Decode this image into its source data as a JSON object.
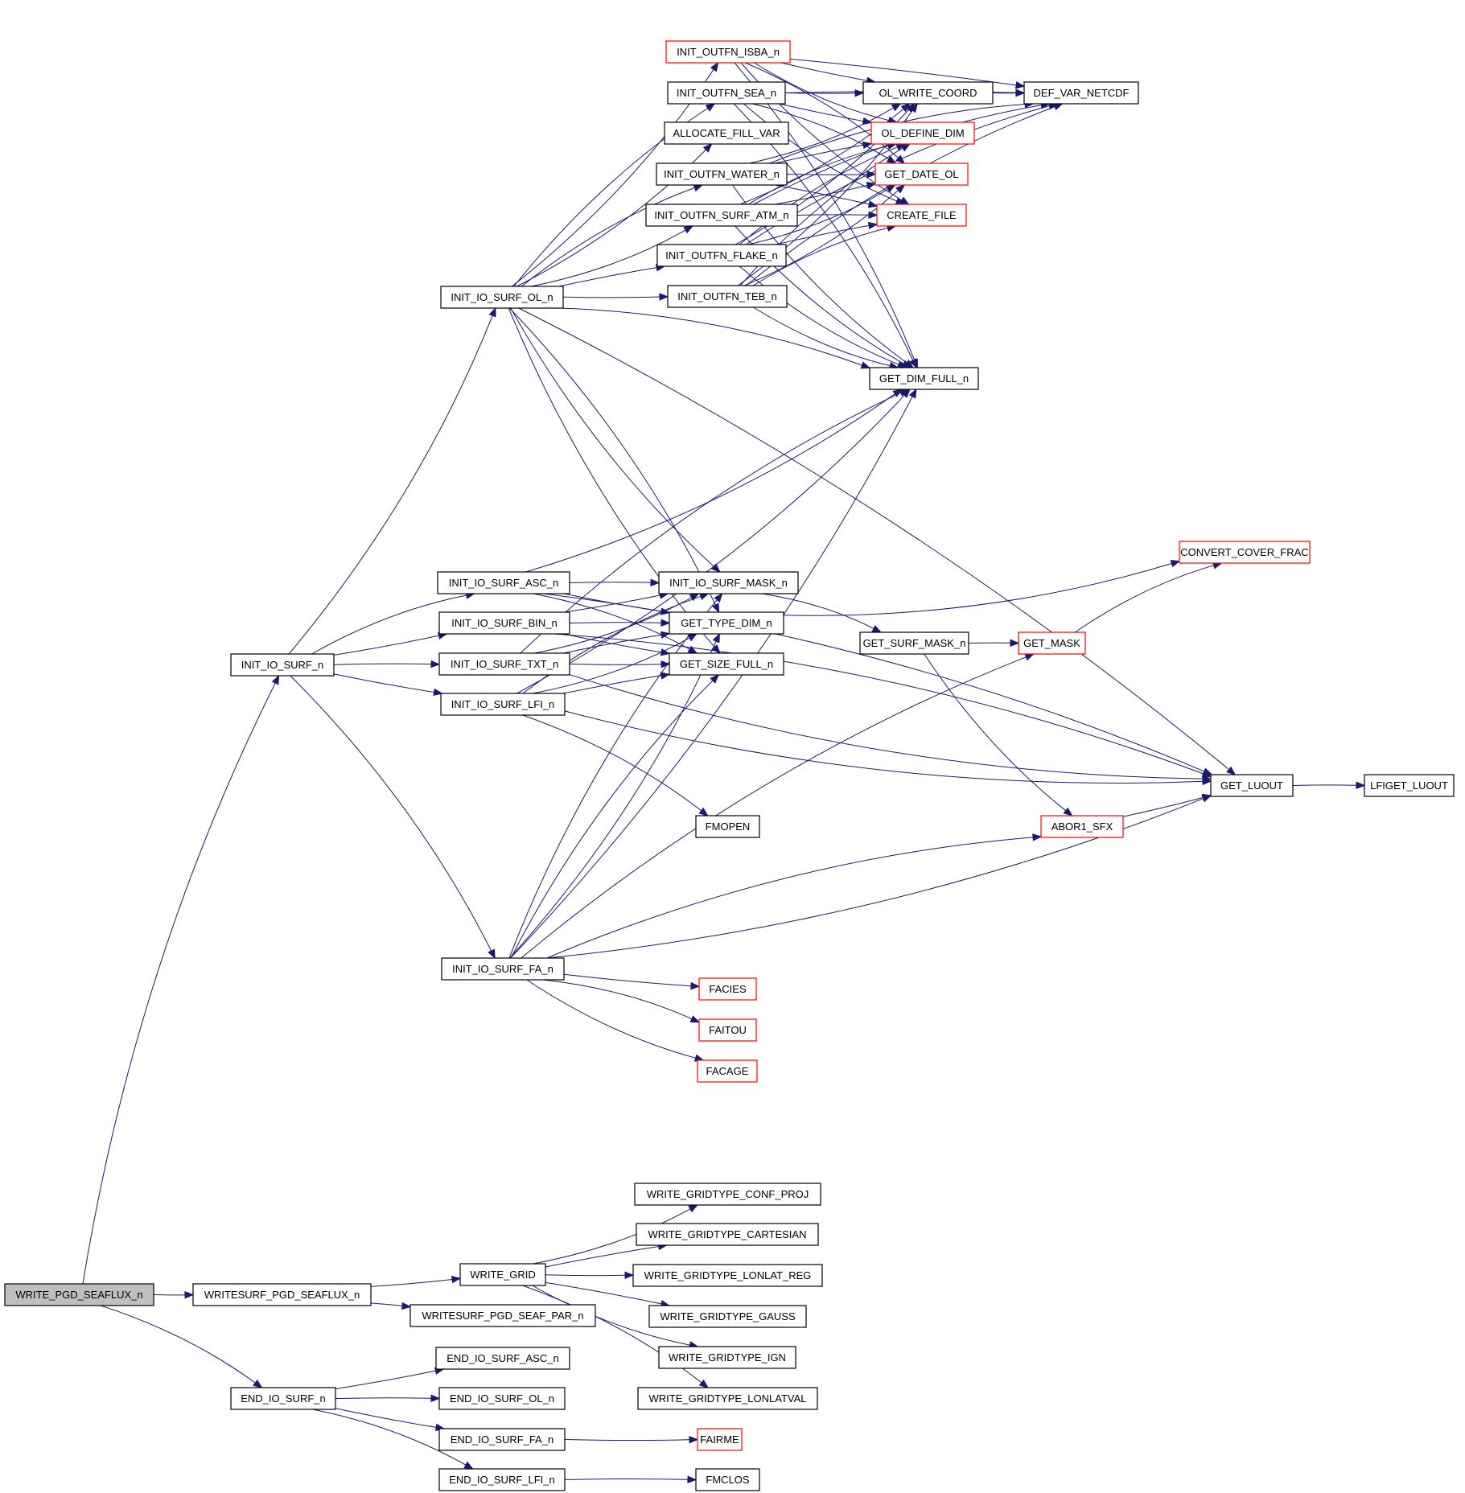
{
  "title": "Call graph for WRITE_PGD_SEAFLUX_n",
  "colors": {
    "edge": "#191970",
    "node_border": "#000000",
    "node_border_external": "#ff0000",
    "root_fill": "#bfbfbf",
    "node_fill": "#ffffff"
  },
  "nodes": [
    {
      "id": "WRITE_PGD_SEAFLUX_n",
      "label": "WRITE_PGD_SEAFLUX_n",
      "kind": "root"
    },
    {
      "id": "WRITESURF_PGD_SEAFLUX_n",
      "label": "WRITESURF_PGD_SEAFLUX_n",
      "kind": "normal"
    },
    {
      "id": "INIT_IO_SURF_n",
      "label": "INIT_IO_SURF_n",
      "kind": "normal"
    },
    {
      "id": "END_IO_SURF_n",
      "label": "END_IO_SURF_n",
      "kind": "normal"
    },
    {
      "id": "INIT_IO_SURF_OL_n",
      "label": "INIT_IO_SURF_OL_n",
      "kind": "normal"
    },
    {
      "id": "INIT_IO_SURF_ASC_n",
      "label": "INIT_IO_SURF_ASC_n",
      "kind": "normal"
    },
    {
      "id": "INIT_IO_SURF_BIN_n",
      "label": "INIT_IO_SURF_BIN_n",
      "kind": "normal"
    },
    {
      "id": "INIT_IO_SURF_TXT_n",
      "label": "INIT_IO_SURF_TXT_n",
      "kind": "normal"
    },
    {
      "id": "INIT_IO_SURF_LFI_n",
      "label": "INIT_IO_SURF_LFI_n",
      "kind": "normal"
    },
    {
      "id": "INIT_IO_SURF_FA_n",
      "label": "INIT_IO_SURF_FA_n",
      "kind": "normal"
    },
    {
      "id": "WRITE_GRID",
      "label": "WRITE_GRID",
      "kind": "normal"
    },
    {
      "id": "WRITESURF_PGD_SEAF_PAR_n",
      "label": "WRITESURF_PGD_SEAF_PAR_n",
      "kind": "normal"
    },
    {
      "id": "END_IO_SURF_ASC_n",
      "label": "END_IO_SURF_ASC_n",
      "kind": "normal"
    },
    {
      "id": "END_IO_SURF_OL_n",
      "label": "END_IO_SURF_OL_n",
      "kind": "normal"
    },
    {
      "id": "END_IO_SURF_FA_n",
      "label": "END_IO_SURF_FA_n",
      "kind": "normal"
    },
    {
      "id": "END_IO_SURF_LFI_n",
      "label": "END_IO_SURF_LFI_n",
      "kind": "normal"
    },
    {
      "id": "INIT_OUTFN_ISBA_n",
      "label": "INIT_OUTFN_ISBA_n",
      "kind": "external"
    },
    {
      "id": "INIT_OUTFN_SEA_n",
      "label": "INIT_OUTFN_SEA_n",
      "kind": "normal"
    },
    {
      "id": "ALLOCATE_FILL_VAR",
      "label": "ALLOCATE_FILL_VAR",
      "kind": "normal"
    },
    {
      "id": "INIT_OUTFN_WATER_n",
      "label": "INIT_OUTFN_WATER_n",
      "kind": "normal"
    },
    {
      "id": "INIT_OUTFN_SURF_ATM_n",
      "label": "INIT_OUTFN_SURF_ATM_n",
      "kind": "normal"
    },
    {
      "id": "INIT_OUTFN_FLAKE_n",
      "label": "INIT_OUTFN_FLAKE_n",
      "kind": "normal"
    },
    {
      "id": "INIT_OUTFN_TEB_n",
      "label": "INIT_OUTFN_TEB_n",
      "kind": "normal"
    },
    {
      "id": "INIT_IO_SURF_MASK_n",
      "label": "INIT_IO_SURF_MASK_n",
      "kind": "normal"
    },
    {
      "id": "GET_TYPE_DIM_n",
      "label": "GET_TYPE_DIM_n",
      "kind": "normal"
    },
    {
      "id": "GET_SIZE_FULL_n",
      "label": "GET_SIZE_FULL_n",
      "kind": "normal"
    },
    {
      "id": "FMOPEN",
      "label": "FMOPEN",
      "kind": "normal"
    },
    {
      "id": "FACIES",
      "label": "FACIES",
      "kind": "external"
    },
    {
      "id": "FAITOU",
      "label": "FAITOU",
      "kind": "external"
    },
    {
      "id": "FACAGE",
      "label": "FACAGE",
      "kind": "external"
    },
    {
      "id": "WRITE_GRIDTYPE_CONF_PROJ",
      "label": "WRITE_GRIDTYPE_CONF_PROJ",
      "kind": "normal"
    },
    {
      "id": "WRITE_GRIDTYPE_CARTESIAN",
      "label": "WRITE_GRIDTYPE_CARTESIAN",
      "kind": "normal"
    },
    {
      "id": "WRITE_GRIDTYPE_LONLAT_REG",
      "label": "WRITE_GRIDTYPE_LONLAT_REG",
      "kind": "normal"
    },
    {
      "id": "WRITE_GRIDTYPE_GAUSS",
      "label": "WRITE_GRIDTYPE_GAUSS",
      "kind": "normal"
    },
    {
      "id": "WRITE_GRIDTYPE_IGN",
      "label": "WRITE_GRIDTYPE_IGN",
      "kind": "normal"
    },
    {
      "id": "WRITE_GRIDTYPE_LONLATVAL",
      "label": "WRITE_GRIDTYPE_LONLATVAL",
      "kind": "normal"
    },
    {
      "id": "FAIRME",
      "label": "FAIRME",
      "kind": "external"
    },
    {
      "id": "FMCLOS",
      "label": "FMCLOS",
      "kind": "normal"
    },
    {
      "id": "OL_WRITE_COORD",
      "label": "OL_WRITE_COORD",
      "kind": "normal"
    },
    {
      "id": "OL_DEFINE_DIM",
      "label": "OL_DEFINE_DIM",
      "kind": "external"
    },
    {
      "id": "GET_DATE_OL",
      "label": "GET_DATE_OL",
      "kind": "external"
    },
    {
      "id": "CREATE_FILE",
      "label": "CREATE_FILE",
      "kind": "external"
    },
    {
      "id": "GET_DIM_FULL_n",
      "label": "GET_DIM_FULL_n",
      "kind": "normal"
    },
    {
      "id": "GET_SURF_MASK_n",
      "label": "GET_SURF_MASK_n",
      "kind": "normal"
    },
    {
      "id": "DEF_VAR_NETCDF",
      "label": "DEF_VAR_NETCDF",
      "kind": "normal"
    },
    {
      "id": "GET_MASK",
      "label": "GET_MASK",
      "kind": "external"
    },
    {
      "id": "CONVERT_COVER_FRAC",
      "label": "CONVERT_COVER_FRAC",
      "kind": "external"
    },
    {
      "id": "ABOR1_SFX",
      "label": "ABOR1_SFX",
      "kind": "external"
    },
    {
      "id": "GET_LUOUT",
      "label": "GET_LUOUT",
      "kind": "normal"
    },
    {
      "id": "LFIGET_LUOUT",
      "label": "LFIGET_LUOUT",
      "kind": "normal"
    }
  ],
  "edges": [
    [
      "WRITE_PGD_SEAFLUX_n",
      "INIT_IO_SURF_n"
    ],
    [
      "WRITE_PGD_SEAFLUX_n",
      "WRITESURF_PGD_SEAFLUX_n"
    ],
    [
      "WRITE_PGD_SEAFLUX_n",
      "END_IO_SURF_n"
    ],
    [
      "WRITESURF_PGD_SEAFLUX_n",
      "WRITE_GRID"
    ],
    [
      "WRITESURF_PGD_SEAFLUX_n",
      "WRITESURF_PGD_SEAF_PAR_n"
    ],
    [
      "WRITE_GRID",
      "WRITE_GRIDTYPE_CONF_PROJ"
    ],
    [
      "WRITE_GRID",
      "WRITE_GRIDTYPE_CARTESIAN"
    ],
    [
      "WRITE_GRID",
      "WRITE_GRIDTYPE_LONLAT_REG"
    ],
    [
      "WRITE_GRID",
      "WRITE_GRIDTYPE_GAUSS"
    ],
    [
      "WRITE_GRID",
      "WRITE_GRIDTYPE_IGN"
    ],
    [
      "WRITE_GRID",
      "WRITE_GRIDTYPE_LONLATVAL"
    ],
    [
      "END_IO_SURF_n",
      "END_IO_SURF_ASC_n"
    ],
    [
      "END_IO_SURF_n",
      "END_IO_SURF_OL_n"
    ],
    [
      "END_IO_SURF_n",
      "END_IO_SURF_FA_n"
    ],
    [
      "END_IO_SURF_n",
      "END_IO_SURF_LFI_n"
    ],
    [
      "END_IO_SURF_FA_n",
      "FAIRME"
    ],
    [
      "END_IO_SURF_LFI_n",
      "FMCLOS"
    ],
    [
      "INIT_IO_SURF_n",
      "INIT_IO_SURF_OL_n"
    ],
    [
      "INIT_IO_SURF_n",
      "INIT_IO_SURF_ASC_n"
    ],
    [
      "INIT_IO_SURF_n",
      "INIT_IO_SURF_BIN_n"
    ],
    [
      "INIT_IO_SURF_n",
      "INIT_IO_SURF_TXT_n"
    ],
    [
      "INIT_IO_SURF_n",
      "INIT_IO_SURF_LFI_n"
    ],
    [
      "INIT_IO_SURF_n",
      "INIT_IO_SURF_FA_n"
    ],
    [
      "INIT_IO_SURF_OL_n",
      "INIT_OUTFN_ISBA_n"
    ],
    [
      "INIT_IO_SURF_OL_n",
      "INIT_OUTFN_SEA_n"
    ],
    [
      "INIT_IO_SURF_OL_n",
      "ALLOCATE_FILL_VAR"
    ],
    [
      "INIT_IO_SURF_OL_n",
      "INIT_OUTFN_WATER_n"
    ],
    [
      "INIT_IO_SURF_OL_n",
      "INIT_OUTFN_SURF_ATM_n"
    ],
    [
      "INIT_IO_SURF_OL_n",
      "INIT_OUTFN_FLAKE_n"
    ],
    [
      "INIT_IO_SURF_OL_n",
      "INIT_OUTFN_TEB_n"
    ],
    [
      "INIT_IO_SURF_OL_n",
      "GET_DIM_FULL_n"
    ],
    [
      "INIT_IO_SURF_OL_n",
      "INIT_IO_SURF_MASK_n"
    ],
    [
      "INIT_IO_SURF_OL_n",
      "GET_TYPE_DIM_n"
    ],
    [
      "INIT_IO_SURF_OL_n",
      "GET_SIZE_FULL_n"
    ],
    [
      "INIT_IO_SURF_OL_n",
      "GET_LUOUT"
    ],
    [
      "INIT_OUTFN_ISBA_n",
      "OL_WRITE_COORD"
    ],
    [
      "INIT_OUTFN_ISBA_n",
      "DEF_VAR_NETCDF"
    ],
    [
      "INIT_OUTFN_ISBA_n",
      "OL_DEFINE_DIM"
    ],
    [
      "INIT_OUTFN_ISBA_n",
      "GET_DATE_OL"
    ],
    [
      "INIT_OUTFN_ISBA_n",
      "CREATE_FILE"
    ],
    [
      "INIT_OUTFN_ISBA_n",
      "GET_DIM_FULL_n"
    ],
    [
      "INIT_OUTFN_SEA_n",
      "OL_WRITE_COORD"
    ],
    [
      "INIT_OUTFN_SEA_n",
      "DEF_VAR_NETCDF"
    ],
    [
      "INIT_OUTFN_SEA_n",
      "OL_DEFINE_DIM"
    ],
    [
      "INIT_OUTFN_SEA_n",
      "GET_DATE_OL"
    ],
    [
      "INIT_OUTFN_SEA_n",
      "CREATE_FILE"
    ],
    [
      "INIT_OUTFN_SEA_n",
      "GET_DIM_FULL_n"
    ],
    [
      "INIT_OUTFN_WATER_n",
      "OL_WRITE_COORD"
    ],
    [
      "INIT_OUTFN_WATER_n",
      "OL_DEFINE_DIM"
    ],
    [
      "INIT_OUTFN_WATER_n",
      "GET_DATE_OL"
    ],
    [
      "INIT_OUTFN_WATER_n",
      "CREATE_FILE"
    ],
    [
      "INIT_OUTFN_WATER_n",
      "GET_DIM_FULL_n"
    ],
    [
      "INIT_OUTFN_WATER_n",
      "DEF_VAR_NETCDF"
    ],
    [
      "INIT_OUTFN_SURF_ATM_n",
      "OL_WRITE_COORD"
    ],
    [
      "INIT_OUTFN_SURF_ATM_n",
      "OL_DEFINE_DIM"
    ],
    [
      "INIT_OUTFN_SURF_ATM_n",
      "GET_DATE_OL"
    ],
    [
      "INIT_OUTFN_SURF_ATM_n",
      "CREATE_FILE"
    ],
    [
      "INIT_OUTFN_SURF_ATM_n",
      "GET_DIM_FULL_n"
    ],
    [
      "INIT_OUTFN_SURF_ATM_n",
      "DEF_VAR_NETCDF"
    ],
    [
      "INIT_OUTFN_FLAKE_n",
      "OL_WRITE_COORD"
    ],
    [
      "INIT_OUTFN_FLAKE_n",
      "OL_DEFINE_DIM"
    ],
    [
      "INIT_OUTFN_FLAKE_n",
      "GET_DATE_OL"
    ],
    [
      "INIT_OUTFN_FLAKE_n",
      "CREATE_FILE"
    ],
    [
      "INIT_OUTFN_FLAKE_n",
      "GET_DIM_FULL_n"
    ],
    [
      "INIT_OUTFN_FLAKE_n",
      "DEF_VAR_NETCDF"
    ],
    [
      "INIT_OUTFN_TEB_n",
      "OL_WRITE_COORD"
    ],
    [
      "INIT_OUTFN_TEB_n",
      "OL_DEFINE_DIM"
    ],
    [
      "INIT_OUTFN_TEB_n",
      "GET_DATE_OL"
    ],
    [
      "INIT_OUTFN_TEB_n",
      "CREATE_FILE"
    ],
    [
      "INIT_OUTFN_TEB_n",
      "GET_DIM_FULL_n"
    ],
    [
      "INIT_OUTFN_TEB_n",
      "DEF_VAR_NETCDF"
    ],
    [
      "OL_WRITE_COORD",
      "DEF_VAR_NETCDF"
    ],
    [
      "INIT_IO_SURF_ASC_n",
      "INIT_IO_SURF_MASK_n"
    ],
    [
      "INIT_IO_SURF_ASC_n",
      "GET_TYPE_DIM_n"
    ],
    [
      "INIT_IO_SURF_ASC_n",
      "GET_SIZE_FULL_n"
    ],
    [
      "INIT_IO_SURF_ASC_n",
      "GET_DIM_FULL_n"
    ],
    [
      "INIT_IO_SURF_ASC_n",
      "GET_LUOUT"
    ],
    [
      "INIT_IO_SURF_BIN_n",
      "INIT_IO_SURF_MASK_n"
    ],
    [
      "INIT_IO_SURF_BIN_n",
      "GET_TYPE_DIM_n"
    ],
    [
      "INIT_IO_SURF_BIN_n",
      "GET_SIZE_FULL_n"
    ],
    [
      "INIT_IO_SURF_BIN_n",
      "GET_LUOUT"
    ],
    [
      "INIT_IO_SURF_TXT_n",
      "INIT_IO_SURF_MASK_n"
    ],
    [
      "INIT_IO_SURF_TXT_n",
      "GET_TYPE_DIM_n"
    ],
    [
      "INIT_IO_SURF_TXT_n",
      "GET_SIZE_FULL_n"
    ],
    [
      "INIT_IO_SURF_TXT_n",
      "GET_DIM_FULL_n"
    ],
    [
      "INIT_IO_SURF_TXT_n",
      "GET_LUOUT"
    ],
    [
      "INIT_IO_SURF_LFI_n",
      "INIT_IO_SURF_MASK_n"
    ],
    [
      "INIT_IO_SURF_LFI_n",
      "GET_TYPE_DIM_n"
    ],
    [
      "INIT_IO_SURF_LFI_n",
      "GET_SIZE_FULL_n"
    ],
    [
      "INIT_IO_SURF_LFI_n",
      "GET_DIM_FULL_n"
    ],
    [
      "INIT_IO_SURF_LFI_n",
      "FMOPEN"
    ],
    [
      "INIT_IO_SURF_LFI_n",
      "GET_LUOUT"
    ],
    [
      "INIT_IO_SURF_FA_n",
      "INIT_IO_SURF_MASK_n"
    ],
    [
      "INIT_IO_SURF_FA_n",
      "GET_TYPE_DIM_n"
    ],
    [
      "INIT_IO_SURF_FA_n",
      "GET_SIZE_FULL_n"
    ],
    [
      "INIT_IO_SURF_FA_n",
      "GET_DIM_FULL_n"
    ],
    [
      "INIT_IO_SURF_FA_n",
      "GET_MASK"
    ],
    [
      "INIT_IO_SURF_FA_n",
      "FACIES"
    ],
    [
      "INIT_IO_SURF_FA_n",
      "FAITOU"
    ],
    [
      "INIT_IO_SURF_FA_n",
      "FACAGE"
    ],
    [
      "INIT_IO_SURF_FA_n",
      "ABOR1_SFX"
    ],
    [
      "INIT_IO_SURF_FA_n",
      "GET_LUOUT"
    ],
    [
      "INIT_IO_SURF_MASK_n",
      "GET_SURF_MASK_n"
    ],
    [
      "GET_TYPE_DIM_n",
      "CONVERT_COVER_FRAC"
    ],
    [
      "GET_SURF_MASK_n",
      "GET_MASK"
    ],
    [
      "GET_SURF_MASK_n",
      "ABOR1_SFX"
    ],
    [
      "GET_MASK",
      "CONVERT_COVER_FRAC"
    ],
    [
      "ABOR1_SFX",
      "GET_LUOUT"
    ],
    [
      "GET_LUOUT",
      "LFIGET_LUOUT"
    ]
  ]
}
